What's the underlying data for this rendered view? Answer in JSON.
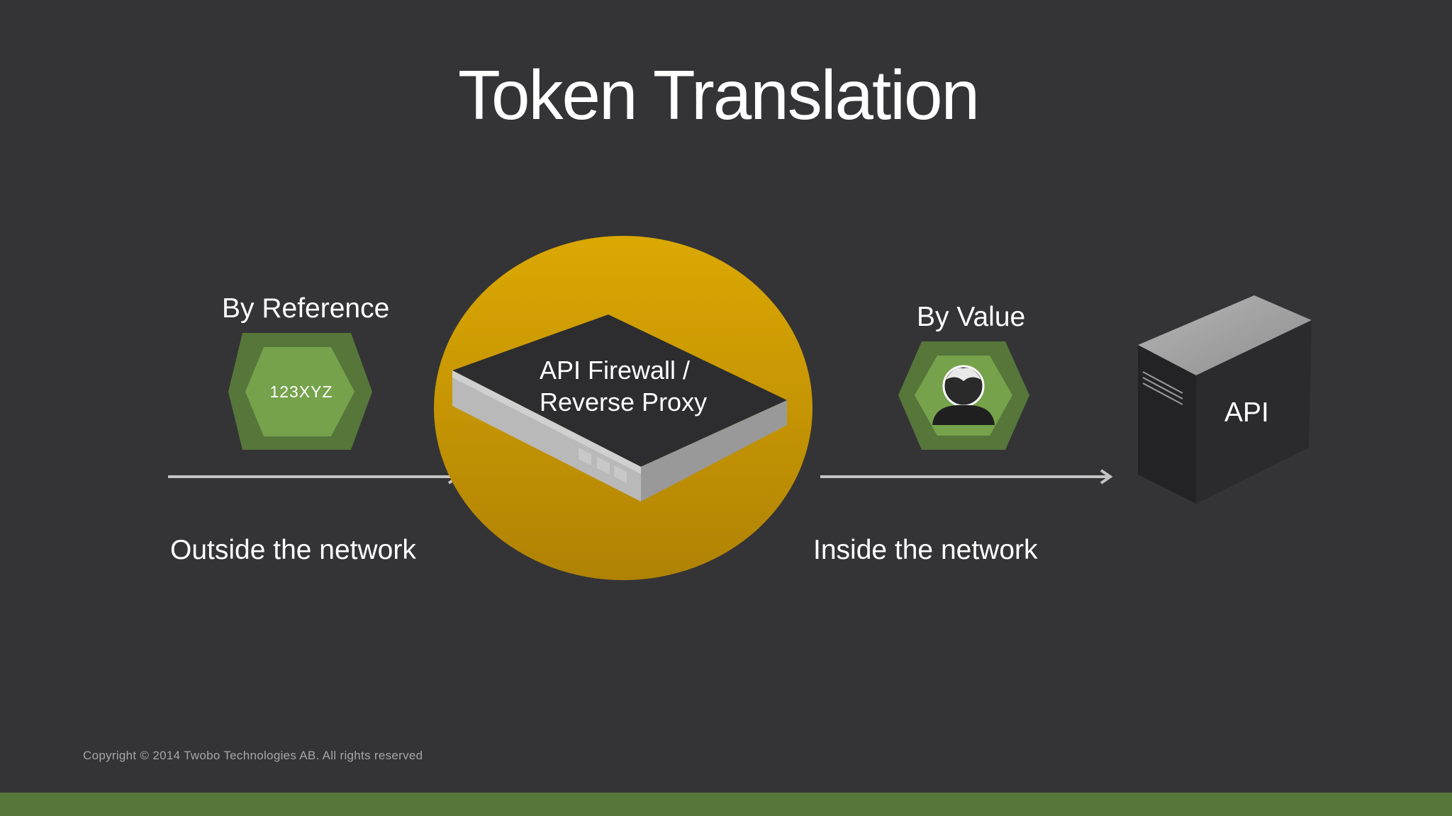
{
  "slide": {
    "title": "Token Translation",
    "copyright": "Copyright © 2014 Twobo Technologies AB. All rights reserved"
  },
  "left": {
    "heading": "By Reference",
    "token_text": "123XYZ",
    "caption": "Outside the network"
  },
  "center": {
    "device_line1": "API Firewall /",
    "device_line2": "Reverse Proxy"
  },
  "right": {
    "heading": "By Value",
    "caption": "Inside the network"
  },
  "server": {
    "label": "API"
  },
  "colors": {
    "background": "#343436",
    "accent_green": "#57773a",
    "hex_outer": "#57773a",
    "hex_inner": "#75a14b",
    "circle_gold": "#d4a004",
    "arrow": "#c4c4c4"
  },
  "icons": [
    "token-hexagon-icon",
    "user-hexagon-icon",
    "firewall-appliance-icon",
    "api-server-icon",
    "arrow-right-icon"
  ]
}
